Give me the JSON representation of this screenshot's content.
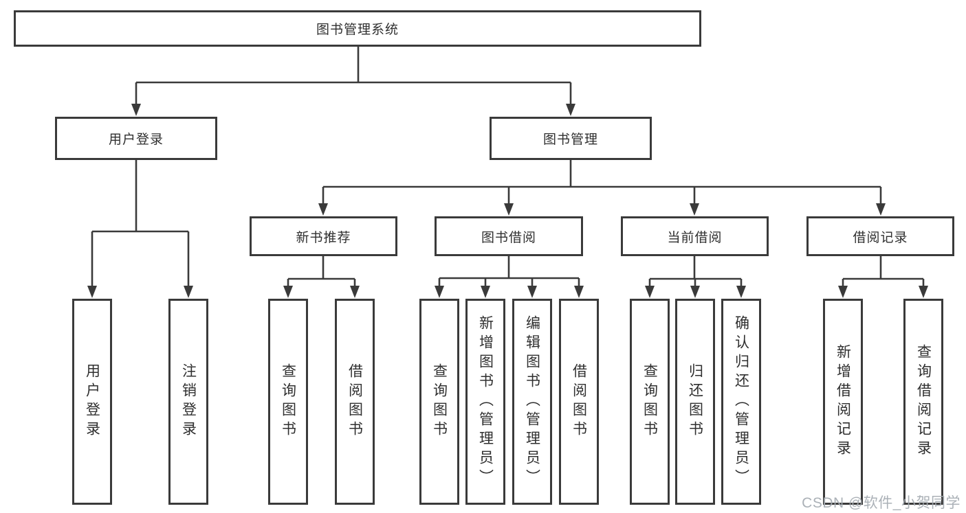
{
  "nodes": {
    "root": {
      "label": "图书管理系统"
    },
    "user_login": {
      "label": "用户登录"
    },
    "book_management": {
      "label": "图书管理"
    },
    "new_book_recommend": {
      "label": "新书推荐"
    },
    "book_borrowing": {
      "label": "图书借阅"
    },
    "current_borrowing": {
      "label": "当前借阅"
    },
    "borrowing_records": {
      "label": "借阅记录"
    },
    "leaf_user_login": {
      "label": "用户登录"
    },
    "leaf_logout": {
      "label": "注销登录"
    },
    "leaf_query_books_recommend": {
      "label": "查询图书"
    },
    "leaf_borrow_books_recommend": {
      "label": "借阅图书"
    },
    "leaf_query_books_borrowing": {
      "label": "查询图书"
    },
    "leaf_add_books_admin": {
      "label": "新增图书（管理员）"
    },
    "leaf_edit_books_admin": {
      "label": "编辑图书（管理员）"
    },
    "leaf_borrow_books_borrowing": {
      "label": "借阅图书"
    },
    "leaf_query_books_current": {
      "label": "查询图书"
    },
    "leaf_return_books": {
      "label": "归还图书"
    },
    "leaf_confirm_return_admin": {
      "label": "确认归还（管理员）"
    },
    "leaf_add_borrowing_record": {
      "label": "新增借阅记录"
    },
    "leaf_query_borrowing_record": {
      "label": "查询借阅记录"
    }
  },
  "watermark": {
    "text": "CSDN @软件_小贺同学"
  },
  "colors": {
    "line": "#3a3a3a",
    "node_border": "#3a3a3a",
    "node_text": "#2f2f2f",
    "watermark_text": "#a4aab1",
    "background": "#ffffff"
  }
}
